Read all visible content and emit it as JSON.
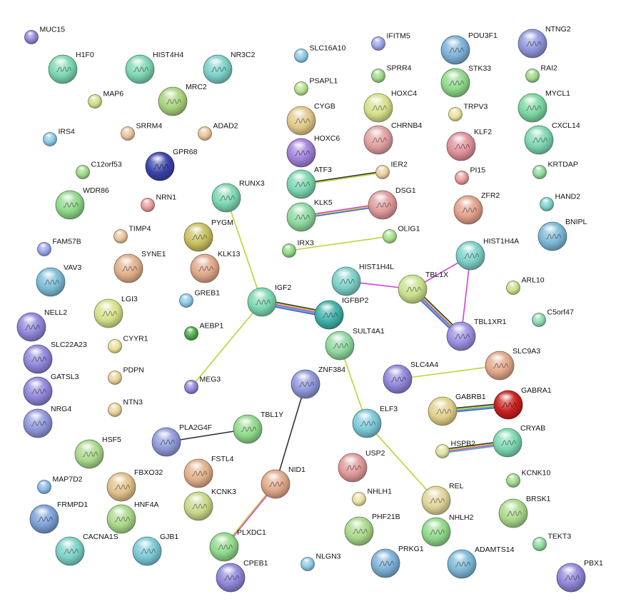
{
  "colors": {
    "coexpression": "#333333",
    "textmining": "#bcd333",
    "experiments": "#d43fd9",
    "database": "#4aa8c8",
    "homology": "#4666c7",
    "neighborhood": "#48b84a"
  },
  "nodes": [
    {
      "id": "MUC15",
      "label": "MUC15",
      "color": "#8f86d9",
      "big": false
    },
    {
      "id": "H1F0",
      "label": "H1F0",
      "color": "#7cd6b0",
      "big": true
    },
    {
      "id": "HIST4H4",
      "label": "HIST4H4",
      "color": "#7cd6b0",
      "big": true
    },
    {
      "id": "NR3C2",
      "label": "NR3C2",
      "color": "#7cd0c8",
      "big": true
    },
    {
      "id": "MAP6",
      "label": "MAP6",
      "color": "#cfe08a",
      "big": false
    },
    {
      "id": "MRC2",
      "label": "MRC2",
      "color": "#a9d27c",
      "big": true
    },
    {
      "id": "SRRM4",
      "label": "SRRM4",
      "color": "#e8c49a",
      "big": false
    },
    {
      "id": "ADAD2",
      "label": "ADAD2",
      "color": "#e8c49a",
      "big": false
    },
    {
      "id": "IRS4",
      "label": "IRS4",
      "color": "#8cc8e6",
      "big": false
    },
    {
      "id": "GPR68",
      "label": "GPR68",
      "color": "#3a44a8",
      "big": true
    },
    {
      "id": "C12orf53",
      "label": "C12orf53",
      "color": "#9fd88a",
      "big": false
    },
    {
      "id": "WDR86",
      "label": "WDR86",
      "color": "#8fd88a",
      "big": true
    },
    {
      "id": "NRN1",
      "label": "NRN1",
      "color": "#e89a9a",
      "big": false
    },
    {
      "id": "RUNX3",
      "label": "RUNX3",
      "color": "#7cd6b0",
      "big": true
    },
    {
      "id": "PYGM",
      "label": "PYGM",
      "color": "#c8c060",
      "big": true
    },
    {
      "id": "TIMP4",
      "label": "TIMP4",
      "color": "#e8c49a",
      "big": false
    },
    {
      "id": "FAM57B",
      "label": "FAM57B",
      "color": "#9aa4e8",
      "big": false
    },
    {
      "id": "SYNE1",
      "label": "SYNE1",
      "color": "#e0b08a",
      "big": true
    },
    {
      "id": "KLK13",
      "label": "KLK13",
      "color": "#e0a888",
      "big": true
    },
    {
      "id": "VAV3",
      "label": "VAV3",
      "color": "#7cbcd6",
      "big": true
    },
    {
      "id": "GREB1",
      "label": "GREB1",
      "color": "#8cc8e6",
      "big": false
    },
    {
      "id": "IGF2",
      "label": "IGF2",
      "color": "#7cd6b0",
      "big": true
    },
    {
      "id": "LGI3",
      "label": "LGI3",
      "color": "#d6e08a",
      "big": true
    },
    {
      "id": "NELL2",
      "label": "NELL2",
      "color": "#8f86d9",
      "big": true
    },
    {
      "id": "AEBP1",
      "label": "AEBP1",
      "color": "#4aa84a",
      "big": false
    },
    {
      "id": "CYYR1",
      "label": "CYYR1",
      "color": "#e8e09a",
      "big": false
    },
    {
      "id": "SLC22A23",
      "label": "SLC22A23",
      "color": "#8f86d9",
      "big": true
    },
    {
      "id": "GATSL3",
      "label": "GATSL3",
      "color": "#8f86d9",
      "big": true
    },
    {
      "id": "PDPN",
      "label": "PDPN",
      "color": "#e8d49a",
      "big": false
    },
    {
      "id": "MEG3",
      "label": "MEG3",
      "color": "#8f86d9",
      "big": false
    },
    {
      "id": "NRG4",
      "label": "NRG4",
      "color": "#8f96d9",
      "big": true
    },
    {
      "id": "NTN3",
      "label": "NTN3",
      "color": "#e8d49a",
      "big": false
    },
    {
      "id": "HSF5",
      "label": "HSF5",
      "color": "#a9d88a",
      "big": true
    },
    {
      "id": "PLA2G4F",
      "label": "PLA2G4F",
      "color": "#8f9ad9",
      "big": true
    },
    {
      "id": "TBL1Y",
      "label": "TBL1Y",
      "color": "#8fd88a",
      "big": true
    },
    {
      "id": "MAP7D2",
      "label": "MAP7D2",
      "color": "#8cb8e6",
      "big": false
    },
    {
      "id": "FBXO32",
      "label": "FBXO32",
      "color": "#e0c08a",
      "big": true
    },
    {
      "id": "FSTL4",
      "label": "FSTL4",
      "color": "#e0b08a",
      "big": true
    },
    {
      "id": "FRMPD1",
      "label": "FRMPD1",
      "color": "#7ca0d6",
      "big": true
    },
    {
      "id": "HNF4A",
      "label": "HNF4A",
      "color": "#a9d88a",
      "big": true
    },
    {
      "id": "KCNK3",
      "label": "KCNK3",
      "color": "#c8d88a",
      "big": true
    },
    {
      "id": "CACNA1S",
      "label": "CACNA1S",
      "color": "#7cd0c8",
      "big": true
    },
    {
      "id": "GJB1",
      "label": "GJB1",
      "color": "#7cc8d6",
      "big": true
    },
    {
      "id": "PLXDC1",
      "label": "PLXDC1",
      "color": "#8fd88a",
      "big": true
    },
    {
      "id": "CPEB1",
      "label": "CPEB1",
      "color": "#8f86d9",
      "big": true
    },
    {
      "id": "NID1",
      "label": "NID1",
      "color": "#e0a88a",
      "big": true
    },
    {
      "id": "ZNF384",
      "label": "ZNF384",
      "color": "#8f96d9",
      "big": true
    },
    {
      "id": "NLGN3",
      "label": "NLGN3",
      "color": "#8cc8e6",
      "big": false
    },
    {
      "id": "SLC16A10",
      "label": "SLC16A10",
      "color": "#8cc8e6",
      "big": false
    },
    {
      "id": "PSAPL1",
      "label": "PSAPL1",
      "color": "#b8e08a",
      "big": false
    },
    {
      "id": "CYGB",
      "label": "CYGB",
      "color": "#e0c88a",
      "big": true
    },
    {
      "id": "HOXC6",
      "label": "HOXC6",
      "color": "#a080d9",
      "big": true
    },
    {
      "id": "ATF3",
      "label": "ATF3",
      "color": "#7cd6b0",
      "big": true
    },
    {
      "id": "KLK5",
      "label": "KLK5",
      "color": "#8fd8a0",
      "big": true
    },
    {
      "id": "IRX3",
      "label": "IRX3",
      "color": "#8fd88a",
      "big": false
    },
    {
      "id": "HIST1H4L",
      "label": "HIST1H4L",
      "color": "#7cd0c8",
      "big": true
    },
    {
      "id": "IGFBP2",
      "label": "IGFBP2",
      "color": "#40b0a8",
      "big": true
    },
    {
      "id": "SULT4A1",
      "label": "SULT4A1",
      "color": "#8fd8a0",
      "big": true
    },
    {
      "id": "IFITM5",
      "label": "IFITM5",
      "color": "#9aa4e8",
      "big": false
    },
    {
      "id": "SPRR4",
      "label": "SPRR4",
      "color": "#9fd88a",
      "big": false
    },
    {
      "id": "HOXC4",
      "label": "HOXC4",
      "color": "#d6e08a",
      "big": true
    },
    {
      "id": "CHRNB4",
      "label": "CHRNB4",
      "color": "#e0a0a0",
      "big": true
    },
    {
      "id": "IER2",
      "label": "IER2",
      "color": "#e8d0a0",
      "big": false
    },
    {
      "id": "DSG1",
      "label": "DSG1",
      "color": "#e09a9a",
      "big": true
    },
    {
      "id": "OLIG1",
      "label": "OLIG1",
      "color": "#a9e08a",
      "big": false
    },
    {
      "id": "POU3F1",
      "label": "POU3F1",
      "color": "#7cb0d6",
      "big": true
    },
    {
      "id": "STK33",
      "label": "STK33",
      "color": "#8fd88a",
      "big": true
    },
    {
      "id": "TRPV3",
      "label": "TRPV3",
      "color": "#e8e09a",
      "big": false
    },
    {
      "id": "KLF2",
      "label": "KLF2",
      "color": "#e0909a",
      "big": true
    },
    {
      "id": "PI15",
      "label": "PI15",
      "color": "#e89a9a",
      "big": false
    },
    {
      "id": "ZFR2",
      "label": "ZFR2",
      "color": "#e0a08a",
      "big": true
    },
    {
      "id": "HIST1H4A",
      "label": "HIST1H4A",
      "color": "#7cd0c8",
      "big": true
    },
    {
      "id": "TBL1X",
      "label": "TBL1X",
      "color": "#c8e08a",
      "big": true
    },
    {
      "id": "TBL1XR1",
      "label": "TBL1XR1",
      "color": "#9a90e0",
      "big": true
    },
    {
      "id": "NTNG2",
      "label": "NTNG2",
      "color": "#8f96d9",
      "big": true
    },
    {
      "id": "RAI2",
      "label": "RAI2",
      "color": "#9fd88a",
      "big": false
    },
    {
      "id": "MYCL1",
      "label": "MYCL1",
      "color": "#7cd6a0",
      "big": true
    },
    {
      "id": "CXCL14",
      "label": "CXCL14",
      "color": "#7cd6b0",
      "big": true
    },
    {
      "id": "KRTDAP",
      "label": "KRTDAP",
      "color": "#8fd8a0",
      "big": false
    },
    {
      "id": "HAND2",
      "label": "HAND2",
      "color": "#7cd0c8",
      "big": false
    },
    {
      "id": "BNIPL",
      "label": "BNIPL",
      "color": "#7cb8d6",
      "big": true
    },
    {
      "id": "ARL10",
      "label": "ARL10",
      "color": "#c8e08a",
      "big": false
    },
    {
      "id": "C5orf47",
      "label": "C5orf47",
      "color": "#8fd8b0",
      "big": false
    },
    {
      "id": "SLC4A4",
      "label": "SLC4A4",
      "color": "#8f86d9",
      "big": true
    },
    {
      "id": "SLC9A3",
      "label": "SLC9A3",
      "color": "#e0a88a",
      "big": true
    },
    {
      "id": "GABRB1",
      "label": "GABRB1",
      "color": "#e0d08a",
      "big": true
    },
    {
      "id": "GABRA1",
      "label": "GABRA1",
      "color": "#c82020",
      "big": true
    },
    {
      "id": "ELF3",
      "label": "ELF3",
      "color": "#7cc8d6",
      "big": true
    },
    {
      "id": "HSPB2",
      "label": "HSPB2",
      "color": "#e0e0a0",
      "big": false
    },
    {
      "id": "CRYAB",
      "label": "CRYAB",
      "color": "#7cd6b0",
      "big": true
    },
    {
      "id": "USP2",
      "label": "USP2",
      "color": "#e09a9a",
      "big": true
    },
    {
      "id": "KCNK10",
      "label": "KCNK10",
      "color": "#9fd88a",
      "big": false
    },
    {
      "id": "NHLH1",
      "label": "NHLH1",
      "color": "#e8e0a0",
      "big": false
    },
    {
      "id": "REL",
      "label": "REL",
      "color": "#e0d49a",
      "big": true
    },
    {
      "id": "BRSK1",
      "label": "BRSK1",
      "color": "#a9d88a",
      "big": true
    },
    {
      "id": "PHF21B",
      "label": "PHF21B",
      "color": "#a9d88a",
      "big": true
    },
    {
      "id": "NHLH2",
      "label": "NHLH2",
      "color": "#8fd88a",
      "big": true
    },
    {
      "id": "TEKT3",
      "label": "TEKT3",
      "color": "#8fd8a0",
      "big": false
    },
    {
      "id": "PRKG1",
      "label": "PRKG1",
      "color": "#7cb0d6",
      "big": true
    },
    {
      "id": "ADAMTS14",
      "label": "ADAMTS14",
      "color": "#7cb8d6",
      "big": true
    },
    {
      "id": "PBX1",
      "label": "PBX1",
      "color": "#8f86d9",
      "big": true
    }
  ],
  "edges": [
    {
      "from": "RUNX3",
      "to": "IGF2",
      "types": [
        "textmining"
      ]
    },
    {
      "from": "IGF2",
      "to": "IGFBP2",
      "types": [
        "coexpression",
        "textmining",
        "experiments",
        "database",
        "homology"
      ]
    },
    {
      "from": "IGF2",
      "to": "MEG3",
      "types": [
        "textmining"
      ]
    },
    {
      "from": "ATF3",
      "to": "IER2",
      "types": [
        "coexpression",
        "textmining"
      ]
    },
    {
      "from": "KLK5",
      "to": "DSG1",
      "types": [
        "experiments",
        "textmining",
        "homology"
      ]
    },
    {
      "from": "IRX3",
      "to": "OLIG1",
      "types": [
        "textmining"
      ]
    },
    {
      "from": "HIST1H4L",
      "to": "TBL1X",
      "types": [
        "experiments"
      ]
    },
    {
      "from": "TBL1X",
      "to": "HIST1H4A",
      "types": [
        "experiments"
      ]
    },
    {
      "from": "HIST1H4A",
      "to": "TBL1XR1",
      "types": [
        "experiments"
      ]
    },
    {
      "from": "TBL1X",
      "to": "TBL1XR1",
      "types": [
        "coexpression",
        "textmining",
        "experiments",
        "database",
        "homology"
      ]
    },
    {
      "from": "SULT4A1",
      "to": "ELF3",
      "types": [
        "textmining"
      ]
    },
    {
      "from": "ELF3",
      "to": "REL",
      "types": [
        "textmining"
      ]
    },
    {
      "from": "SLC4A4",
      "to": "SLC9A3",
      "types": [
        "textmining"
      ]
    },
    {
      "from": "GABRB1",
      "to": "GABRA1",
      "types": [
        "coexpression",
        "textmining",
        "database",
        "homology"
      ]
    },
    {
      "from": "HSPB2",
      "to": "CRYAB",
      "types": [
        "coexpression",
        "textmining",
        "experiments",
        "database"
      ]
    },
    {
      "from": "PLA2G4F",
      "to": "TBL1Y",
      "types": [
        "coexpression"
      ]
    },
    {
      "from": "ZNF384",
      "to": "NID1",
      "types": [
        "coexpression"
      ]
    },
    {
      "from": "NID1",
      "to": "PLXDC1",
      "types": [
        "experiments",
        "textmining"
      ]
    }
  ]
}
